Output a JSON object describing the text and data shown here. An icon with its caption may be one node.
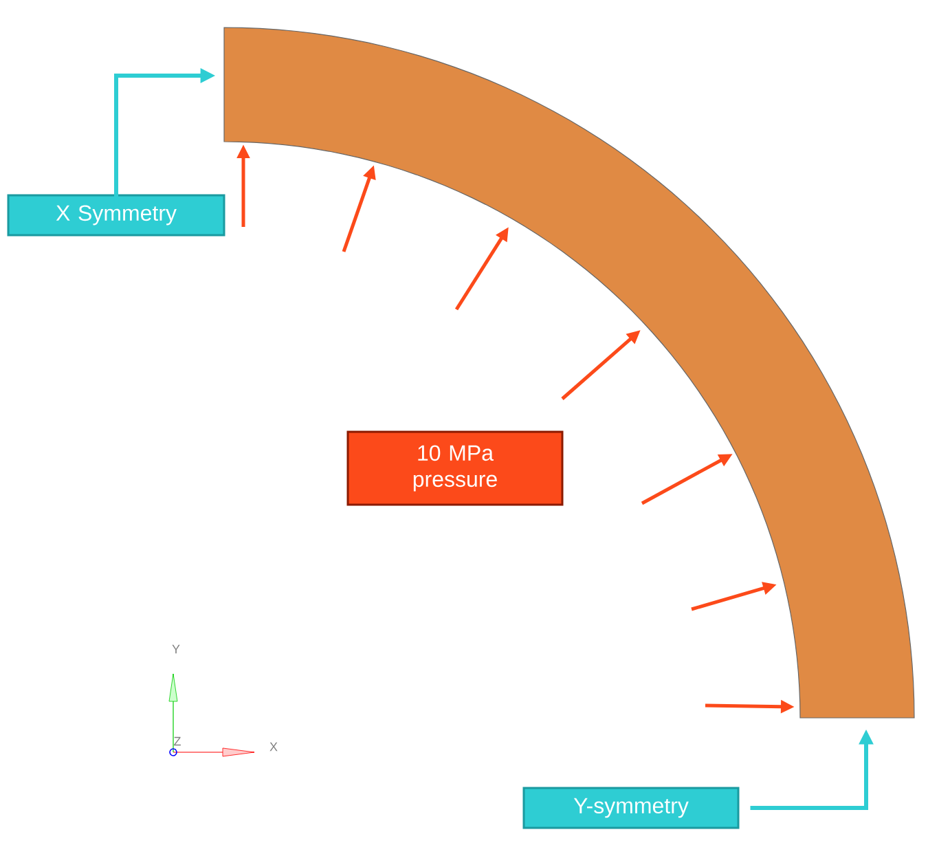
{
  "diagram": {
    "nodes": [
      {
        "text": [],
        "shape": "band"
      },
      {
        "text": [
          "X Symmetry"
        ]
      },
      {
        "text": [
          "10 MPa pressure"
        ]
      },
      {
        "text": [
          "Y-symmetry"
        ]
      }
    ],
    "edges": [
      {
        "from": 1,
        "to": 0,
        "arrow": "to"
      },
      {
        "from": 3,
        "to": 0,
        "arrow": "to"
      }
    ],
    "labels": [
      "Y",
      "Z",
      "X"
    ]
  }
}
